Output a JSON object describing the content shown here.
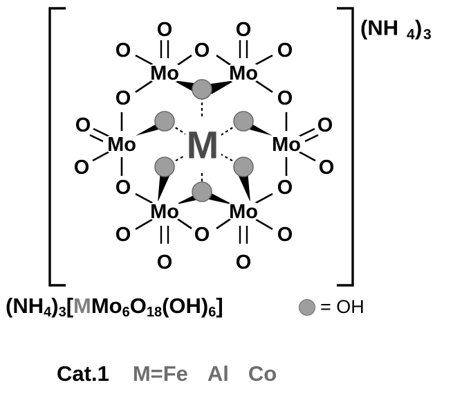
{
  "diagram": {
    "type": "chemical-structure",
    "charge_label": {
      "text": "(NH",
      "sub1": "4",
      "mid": ")",
      "sub2": "3"
    },
    "center_atom": "M",
    "mo_labels": [
      "Mo",
      "Mo",
      "Mo",
      "Mo",
      "Mo",
      "Mo"
    ],
    "oxygen_labels": [
      "O",
      "O",
      "O",
      "O",
      "O",
      "O",
      "O",
      "O",
      "O",
      "O",
      "O",
      "O",
      "O",
      "O",
      "O",
      "O",
      "O",
      "O"
    ],
    "bracket": "square-bracket"
  },
  "formula": {
    "parts": [
      {
        "text": "(NH",
        "grey": false
      },
      {
        "text": "4",
        "grey": false,
        "sub": true
      },
      {
        "text": ")",
        "grey": false
      },
      {
        "text": "3",
        "grey": false,
        "sub": true
      },
      {
        "text": "[",
        "grey": false
      },
      {
        "text": "M",
        "grey": true
      },
      {
        "text": "Mo",
        "grey": false
      },
      {
        "text": "6",
        "grey": false,
        "sub": true
      },
      {
        "text": "O",
        "grey": false
      },
      {
        "text": "18",
        "grey": false,
        "sub": true
      },
      {
        "text": "(OH)",
        "grey": false
      },
      {
        "text": "6",
        "grey": false,
        "sub": true
      },
      {
        "text": "]",
        "grey": false
      }
    ],
    "plain": "(NH4)3[MMo6O18(OH)6]"
  },
  "legend": {
    "marker": "grey-circle",
    "equals": "= OH"
  },
  "caption": {
    "cat": "Cat.1",
    "m_equals": "M=Fe",
    "metals": [
      "Al",
      "Co"
    ]
  },
  "colors": {
    "grey_text": "#6e6e6e",
    "oh_sphere": "#9e9e9e",
    "oh_sphere_border": "#6b6b6b",
    "black": "#000000",
    "center_grey": "#4a4a4a"
  }
}
